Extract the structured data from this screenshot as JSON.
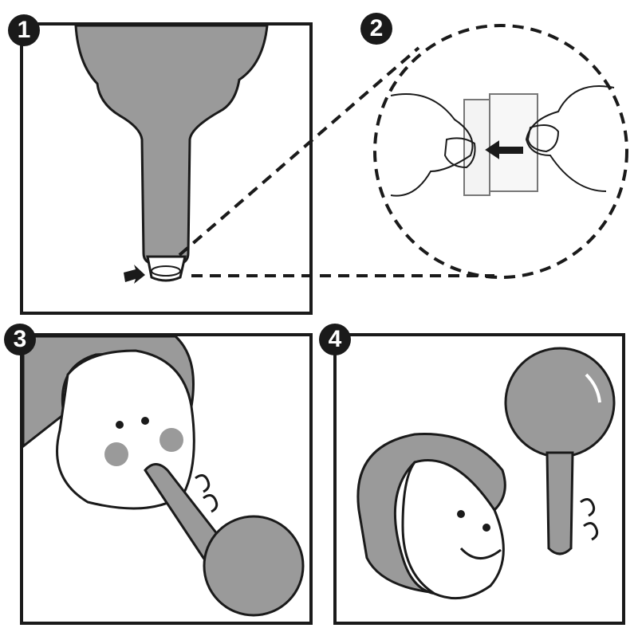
{
  "steps": [
    {
      "number": "1"
    },
    {
      "number": "2"
    },
    {
      "number": "3"
    },
    {
      "number": "4"
    }
  ],
  "colors": {
    "line": "#1a1a1a",
    "fill": "#9a9a9a",
    "background": "#ffffff"
  }
}
